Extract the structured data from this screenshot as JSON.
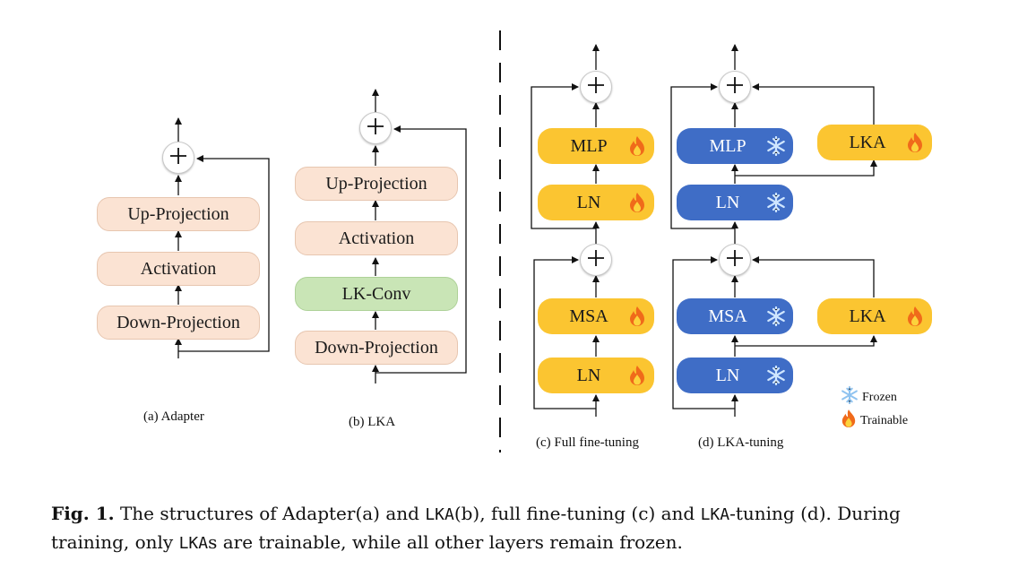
{
  "panels": {
    "adapter": {
      "caption": "(a) Adapter",
      "blocks": [
        "Up-Projection",
        "Activation",
        "Down-Projection"
      ]
    },
    "lka": {
      "caption": "(b) LKA",
      "blocks": [
        "Up-Projection",
        "Activation",
        "LK-Conv",
        "Down-Projection"
      ]
    },
    "full": {
      "caption": "(c) Full fine-tuning",
      "top": {
        "mlp": "MLP",
        "ln": "LN"
      },
      "bottom": {
        "msa": "MSA",
        "ln": "LN"
      }
    },
    "lkatuning": {
      "caption": "(d) LKA-tuning",
      "top": {
        "mlp": "MLP",
        "ln": "LN",
        "side": "LKA"
      },
      "bottom": {
        "msa": "MSA",
        "ln": "LN",
        "side": "LKA"
      }
    }
  },
  "legend": {
    "frozen": "Frozen",
    "trainable": "Trainable"
  },
  "icons": {
    "frozen": "snowflake-icon",
    "trainable": "flame-icon",
    "sum": "plus-circle-icon"
  },
  "colors": {
    "frozen_block": "#3f6dc6",
    "trainable_block": "#fbc531",
    "adapter_block": "#fbe3d3",
    "lkconv_block": "#c9e5b6"
  },
  "caption": {
    "label": "Fig. 1.",
    "p1": " The structures of Adapter(a) and ",
    "c1": "LKA",
    "p2": "(b), full fine-tuning (c) and ",
    "c2": "LKA",
    "p3": "-tuning (d). During training, only ",
    "c3": "LKA",
    "p4": "s are trainable, while all other layers remain frozen."
  }
}
